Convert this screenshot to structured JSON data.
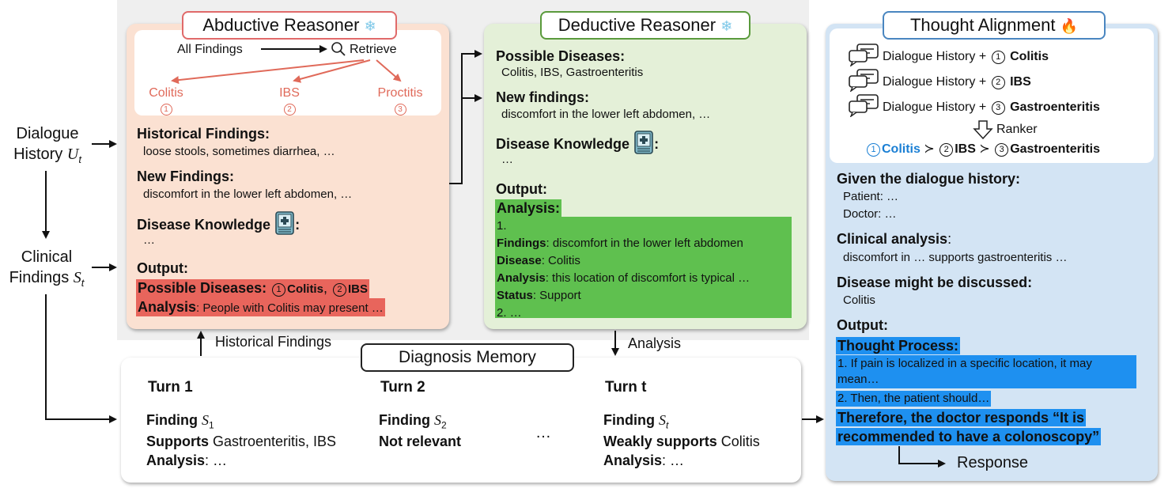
{
  "left": {
    "dialogue_label_1": "Dialogue",
    "dialogue_label_2": "History",
    "dialogue_symbol": "U",
    "dialogue_sub": "t",
    "clinical_label_1": "Clinical",
    "clinical_label_2": "Findings",
    "clinical_symbol": "S",
    "clinical_sub": "t"
  },
  "abductive": {
    "title": "Abductive Reasoner",
    "all_findings": "All Findings",
    "retrieve": "Retrieve",
    "candidates": [
      {
        "name": "Colitis",
        "num": "1"
      },
      {
        "name": "IBS",
        "num": "2"
      },
      {
        "name": "Proctitis",
        "num": "3"
      }
    ],
    "historical_heading": "Historical Findings:",
    "historical_text": "loose stools, sometimes diarrhea, …",
    "new_heading": "New Findings:",
    "new_text": "discomfort in the lower left abdomen, …",
    "knowledge_heading": "Disease Knowledge",
    "knowledge_colon": ":",
    "knowledge_text": "…",
    "output_heading": "Output:",
    "possible_label": "Possible Diseases:",
    "possible_1": "Colitis",
    "possible_2": "IBS",
    "possible_nums": [
      "1",
      "2"
    ],
    "possible_sep": ",",
    "analysis_label": "Analysis",
    "analysis_text": ": People with Colitis may present …"
  },
  "deductive": {
    "title": "Deductive Reasoner",
    "possible_heading": "Possible Diseases:",
    "possible_text": "Colitis, IBS, Gastroenteritis",
    "new_heading": "New findings:",
    "new_text": "discomfort in the lower left abdomen, …",
    "knowledge_heading": "Disease Knowledge",
    "knowledge_colon": ":",
    "knowledge_text": "…",
    "output_heading": "Output:",
    "analysis_heading": "Analysis:",
    "item_1": "1.",
    "findings_label": "Findings",
    "findings_text": ": discomfort in the lower left abdomen",
    "disease_label": "Disease",
    "disease_text": ": Colitis",
    "analysis_label": "Analysis",
    "analysis_text": ": this location of discomfort is typical …",
    "status_label": "Status",
    "status_text": ": Support",
    "item_2": "2. …"
  },
  "thought": {
    "title": "Thought Alignment",
    "history_items": [
      {
        "prefix": "Dialogue History +",
        "num": "1",
        "disease": "Colitis"
      },
      {
        "prefix": "Dialogue History +",
        "num": "2",
        "disease": "IBS"
      },
      {
        "prefix": "Dialogue History +",
        "num": "3",
        "disease": "Gastroenteritis"
      }
    ],
    "ranker": "Ranker",
    "rank_1_num": "1",
    "rank_1": "Colitis",
    "rank_2_num": "2",
    "rank_2": "IBS",
    "rank_3_num": "3",
    "rank_3": "Gastroenteritis",
    "rank_sep": "≻",
    "given_heading": "Given the dialogue history:",
    "patient_line": "Patient: …",
    "doctor_line": "Doctor: …",
    "clinical_heading": "Clinical analysis",
    "clinical_colon": ":",
    "clinical_text": "discomfort in … supports gastroenteritis …",
    "disease_heading": "Disease might be discussed:",
    "disease_text": "Colitis",
    "output_heading": "Output:",
    "thought_heading": "Thought Process:",
    "thought_1a": "1. If pain is localized in a specific location, it may",
    "thought_1b": "mean…",
    "thought_2": "2. Then, the patient should…",
    "therefore_1": "Therefore, the doctor responds “It is",
    "therefore_2": "recommended to have a colonoscopy”",
    "response": "Response"
  },
  "memory": {
    "title": "Diagnosis Memory",
    "historical_arrow_label": "Historical Findings",
    "analysis_arrow_label": "Analysis",
    "ellipsis": "…",
    "finding_label": "Finding",
    "finding_symbol": "S",
    "turns": [
      {
        "title": "Turn 1",
        "sub": "1",
        "support_bold": "Supports",
        "support_rest": " Gastroenteritis, IBS",
        "analysis_label": "Analysis",
        "analysis_text": ": …"
      },
      {
        "title": "Turn 2",
        "sub": "2",
        "support_bold": "Not relevant",
        "support_rest": "",
        "analysis_label": "",
        "analysis_text": ""
      },
      {
        "title": "Turn t",
        "sub": "t",
        "support_bold": "Weakly supports",
        "support_rest": " Colitis",
        "analysis_label": "Analysis",
        "analysis_text": ": …"
      }
    ]
  },
  "colors": {
    "abductive_bg": "#fbe1d2",
    "deductive_bg": "#e4f0d8",
    "thought_bg": "#d3e4f4",
    "highlight_red": "#e8655c",
    "highlight_green": "#5fc04f",
    "highlight_blue": "#1e90f0",
    "candidate_red": "#e06a5a"
  }
}
